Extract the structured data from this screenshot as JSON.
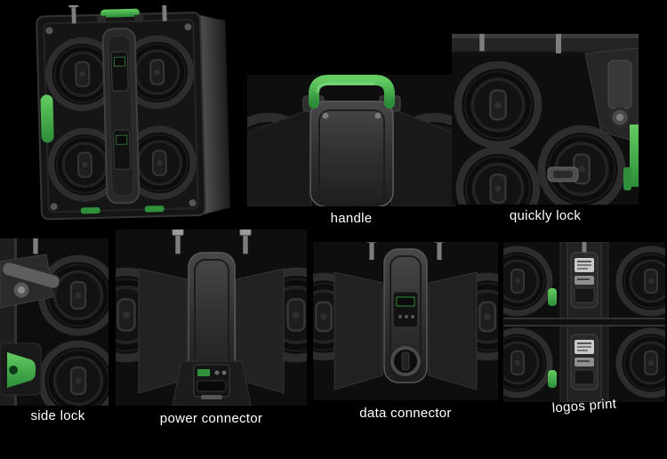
{
  "colors": {
    "background": "#000000",
    "accent_green": "#3faf4a",
    "label_text": "#ffffff"
  },
  "features": [
    {
      "key": "handle",
      "label": "handle"
    },
    {
      "key": "quickly-lock",
      "label": "quickly lock"
    },
    {
      "key": "side-lock",
      "label": "side lock"
    },
    {
      "key": "power-connector",
      "label": "power connector"
    },
    {
      "key": "data-connector",
      "label": "data connector"
    },
    {
      "key": "logos-print",
      "label": "logos print"
    }
  ]
}
